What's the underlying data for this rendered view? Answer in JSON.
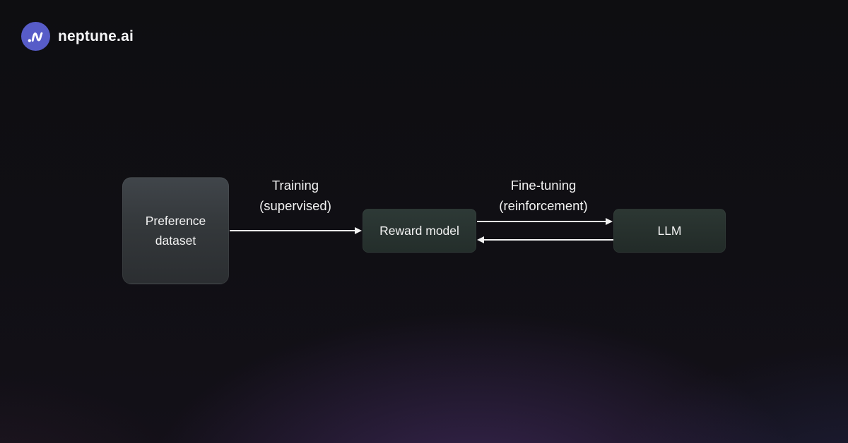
{
  "brand": {
    "name": "neptune.ai",
    "logo_color": "#575cc8",
    "logo_mark": "waveform-icon"
  },
  "diagram": {
    "title_implied": "RLHF pipeline",
    "nodes": [
      {
        "id": "preference-dataset",
        "label": "Preference dataset"
      },
      {
        "id": "reward-model",
        "label": "Reward model"
      },
      {
        "id": "llm",
        "label": "LLM"
      }
    ],
    "edges": [
      {
        "from": "preference-dataset",
        "to": "reward-model",
        "label": "Training",
        "sublabel": "(supervised)",
        "direction": "one-way"
      },
      {
        "from": "reward-model",
        "to": "llm",
        "label": "Fine-tuning",
        "sublabel": "(reinforcement)",
        "direction": "two-way"
      }
    ],
    "colors": {
      "arrow": "#f2f2f2",
      "node_text": "#f2f2f2",
      "preference_box_top": "#40454a",
      "preference_box_bottom": "#2b2e31",
      "model_box_top": "#2d3936",
      "model_box_bottom": "#242e2b",
      "background": "#0d0d11",
      "background_glow_purple": "#583880",
      "background_glow_navy": "#2a2e5c"
    }
  }
}
